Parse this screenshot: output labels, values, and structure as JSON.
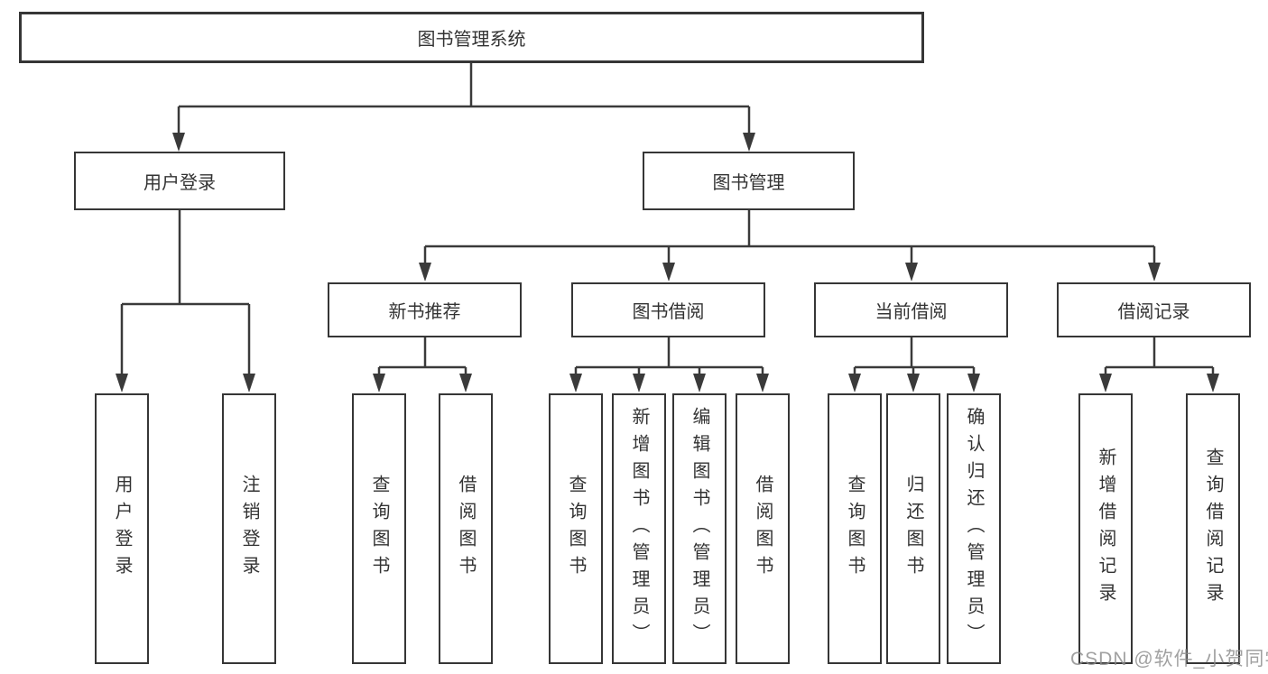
{
  "colors": {
    "line": "#3a3a3a",
    "box_border": "#363636",
    "text": "#333333",
    "watermark": "#8f8f8f"
  },
  "tree": {
    "root": "图书管理系统",
    "branches": [
      {
        "label": "用户登录",
        "children": [
          {
            "label": "用户登录"
          },
          {
            "label": "注销登录"
          }
        ]
      },
      {
        "label": "图书管理",
        "children": [
          {
            "label": "新书推荐",
            "children": [
              {
                "label": "查询图书"
              },
              {
                "label": "借阅图书"
              }
            ]
          },
          {
            "label": "图书借阅",
            "children": [
              {
                "label": "查询图书"
              },
              {
                "label": "新增图书（管理员）"
              },
              {
                "label": "编辑图书（管理员）"
              },
              {
                "label": "借阅图书"
              }
            ]
          },
          {
            "label": "当前借阅",
            "children": [
              {
                "label": "查询图书"
              },
              {
                "label": "归还图书"
              },
              {
                "label": "确认归还（管理员）"
              }
            ]
          },
          {
            "label": "借阅记录",
            "children": [
              {
                "label": "新增借阅记录"
              },
              {
                "label": "查询借阅记录"
              }
            ]
          }
        ]
      }
    ]
  },
  "watermark": {
    "text": "CSDN @软件_小贺同学"
  }
}
